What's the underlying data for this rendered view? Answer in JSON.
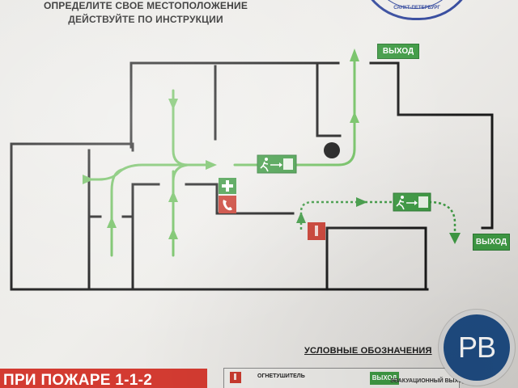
{
  "header": {
    "line1": "ОПРЕДЕЛИТЕ СВОЕ МЕСТОПОЛОЖЕНИЕ",
    "line2": "ДЕЙСТВУЙТЕ ПО ИНСТРУКЦИИ"
  },
  "stamp": {
    "text": "САНКТ-ПЕТЕРБУРГ"
  },
  "signs": {
    "exit_top": "ВЫХОД",
    "exit_right": "ВЫХОД"
  },
  "legend": {
    "title": "УСЛОВНЫЕ ОБОЗНАЧЕНИЯ",
    "extinguisher_label": "ОГНЕТУШИТЕЛЬ",
    "exit_label": "ВЫХОД",
    "route_label": "ЭВАКУАЦИОННЫЙ ВЫХОД"
  },
  "banner": {
    "text": "ПРИ ПОЖАРЕ 1-1-2"
  },
  "logo": {
    "text": "PB"
  },
  "colors": {
    "walls": "#1a1a1a",
    "route_green": "#6fbf5f",
    "sign_green": "#3f9a44",
    "red": "#c83a2e",
    "stamp_blue": "#3a4fa0",
    "logo_blue": "#1f4d84"
  }
}
